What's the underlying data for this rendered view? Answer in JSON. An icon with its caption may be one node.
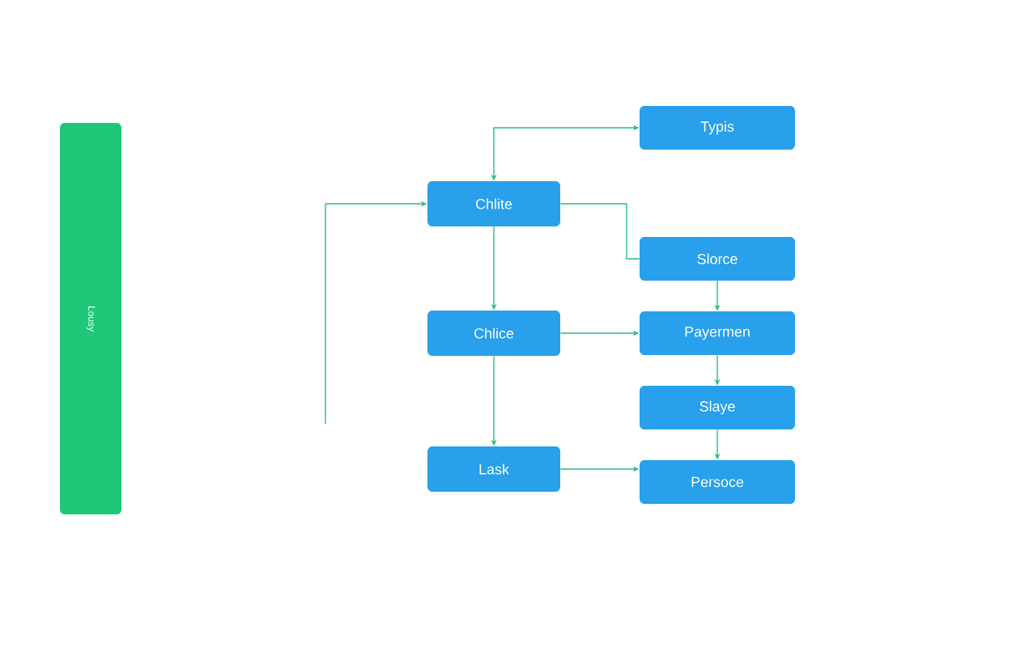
{
  "diagram": {
    "nodes": [
      {
        "text": [
          "Lousy"
        ]
      },
      {
        "text": [
          "Typis"
        ]
      },
      {
        "text": [
          "Chlite"
        ]
      },
      {
        "text": [
          "Slorce"
        ]
      },
      {
        "text": [
          "Chlice"
        ]
      },
      {
        "text": [
          "Payermen"
        ]
      },
      {
        "text": [
          "Slaye"
        ]
      },
      {
        "text": [
          "Lask"
        ]
      },
      {
        "text": [
          "Persoce"
        ]
      }
    ],
    "edges": [
      {
        "from": 2,
        "to": 1,
        "arrow": "both"
      },
      {
        "from": null,
        "to": 2,
        "arrow": "to"
      },
      {
        "from": 2,
        "to": 3,
        "arrow": "none"
      },
      {
        "from": 2,
        "to": 4,
        "arrow": "to"
      },
      {
        "from": 3,
        "to": 5,
        "arrow": "to"
      },
      {
        "from": 4,
        "to": 5,
        "arrow": "to"
      },
      {
        "from": 4,
        "to": 7,
        "arrow": "to"
      },
      {
        "from": 5,
        "to": 6,
        "arrow": "to"
      },
      {
        "from": 6,
        "to": 8,
        "arrow": "to"
      },
      {
        "from": 7,
        "to": 8,
        "arrow": "to"
      }
    ]
  }
}
